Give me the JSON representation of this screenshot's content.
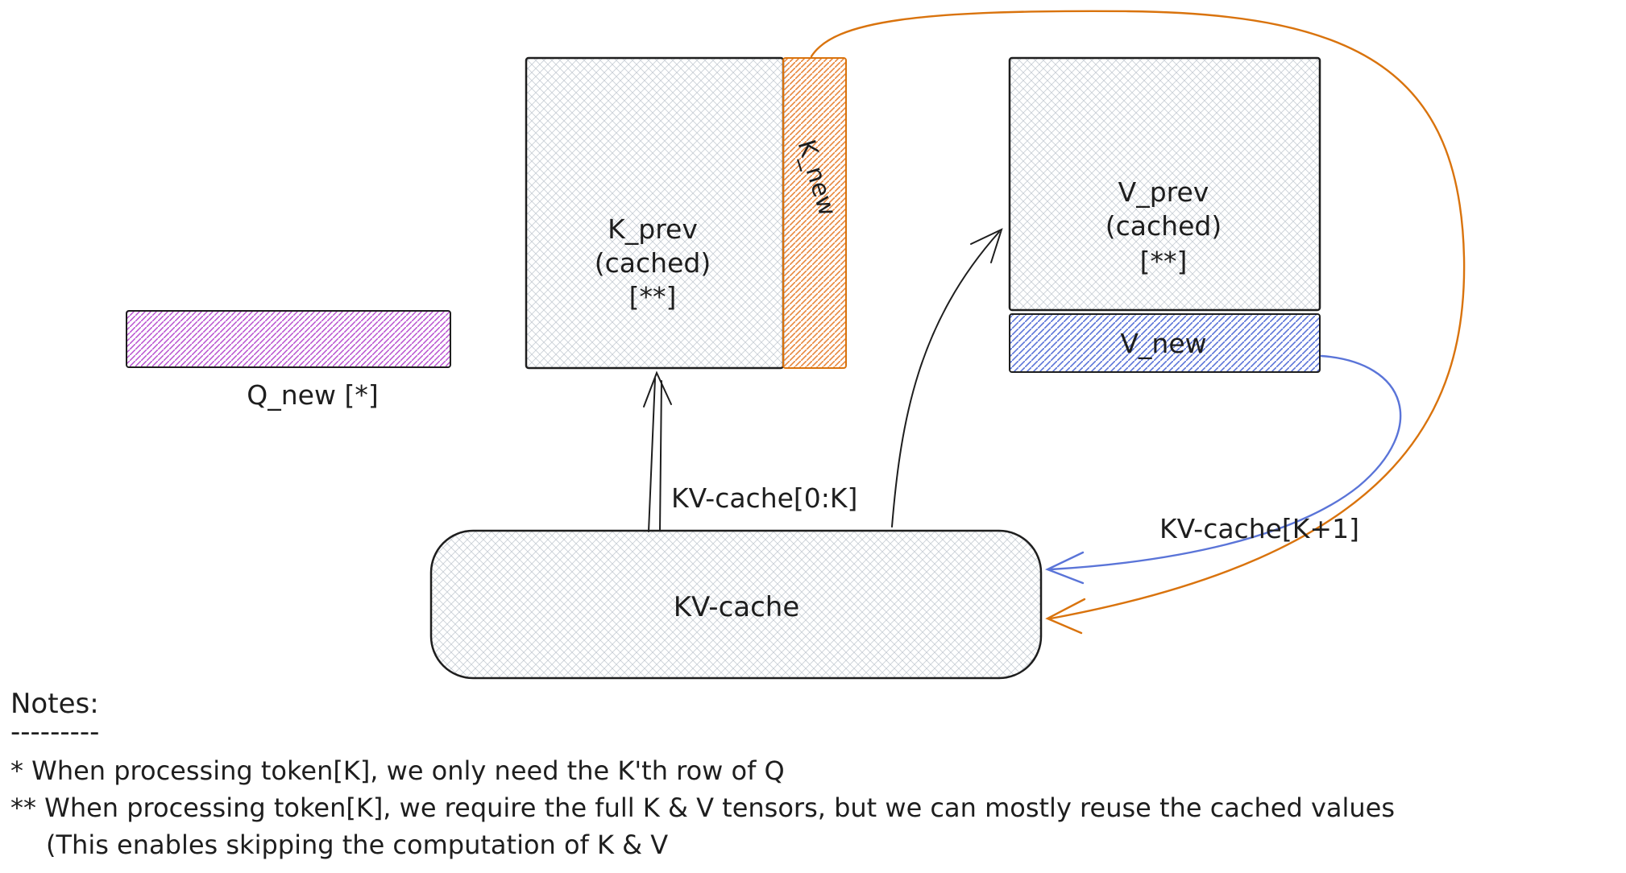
{
  "diagram": {
    "q_new": {
      "label": "Q_new [*]"
    },
    "k_prev": {
      "title": "K_prev",
      "subtitle": "(cached)",
      "note_ref": "[**]"
    },
    "k_new": {
      "label": "K_new"
    },
    "v_prev": {
      "title": "V_prev",
      "subtitle": "(cached)",
      "note_ref": "[**]"
    },
    "v_new": {
      "label": "V_new"
    },
    "kv_cache": {
      "label": "KV-cache"
    },
    "read_arrow_label": "KV-cache[0:K]",
    "write_arrow_label": "KV-cache[K+1]"
  },
  "notes": {
    "heading": "Notes:",
    "divider": "---------",
    "lines": [
      "* When processing token[K], we only need the K'th row of Q",
      "** When processing token[K], we require the full K & V tensors, but we can mostly reuse the cached values",
      "(This enables skipping the computation of K & V"
    ]
  },
  "colors": {
    "ink": "#1e1e1e",
    "gray_hatch": "#c9cfd6",
    "purple": "#b84fd0",
    "orange": "#e8873c",
    "orange_stroke": "#d9730d",
    "blue": "#5a74d8"
  }
}
